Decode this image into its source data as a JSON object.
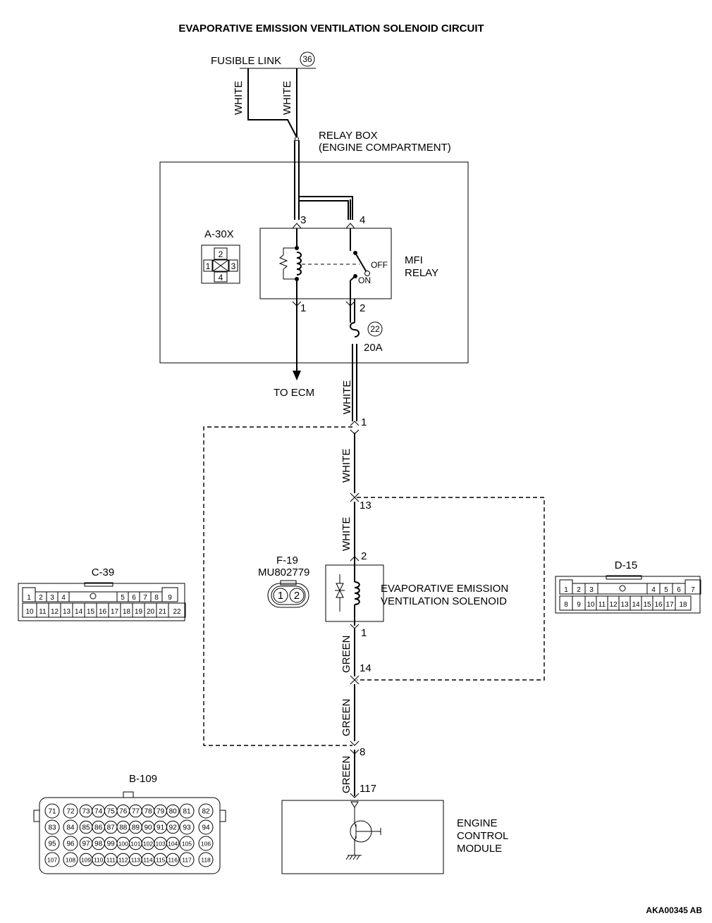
{
  "title": "EVAPORATIVE EMISSION VENTILATION SOLENOID CIRCUIT",
  "fusible_link": {
    "label": "FUSIBLE LINK",
    "number": "36"
  },
  "wire_colors": {
    "white": "WHITE",
    "green": "GREEN"
  },
  "relay_box": {
    "line1": "RELAY BOX",
    "line2": "(ENGINE COMPARTMENT)"
  },
  "relay": {
    "label_line1": "MFI",
    "label_line2": "RELAY",
    "off": "OFF",
    "on": "ON",
    "pins": {
      "p1": "1",
      "p2": "2",
      "p3": "3",
      "p4": "4"
    }
  },
  "fuse": {
    "number": "22",
    "rating": "20A"
  },
  "to_ecm": "TO ECM",
  "joint_pins": {
    "a": "1",
    "b": "13",
    "c": "2",
    "d": "1",
    "e": "14",
    "f": "8",
    "g": "117"
  },
  "solenoid": {
    "line1": "EVAPORATIVE EMISSION",
    "line2": "VENTILATION SOLENOID"
  },
  "ecm": {
    "line1": "ENGINE",
    "line2": "CONTROL",
    "line3": "MODULE"
  },
  "connectors": {
    "a30x": {
      "name": "A-30X",
      "pins": [
        "2",
        "1",
        "3",
        "4"
      ]
    },
    "f19": {
      "name": "F-19",
      "part": "MU802779",
      "pins": [
        "1",
        "2"
      ]
    },
    "c39": {
      "name": "C-39",
      "row1": [
        "1",
        "2",
        "3",
        "4",
        "5",
        "6",
        "7",
        "8",
        "9"
      ],
      "row2": [
        "10",
        "11",
        "12",
        "13",
        "14",
        "15",
        "16",
        "17",
        "18",
        "19",
        "20",
        "21",
        "22"
      ]
    },
    "d15": {
      "name": "D-15",
      "row1": [
        "1",
        "2",
        "3",
        "4",
        "5",
        "6",
        "7"
      ],
      "row2": [
        "8",
        "9",
        "10",
        "11",
        "12",
        "13",
        "14",
        "15",
        "16",
        "17",
        "18"
      ]
    },
    "b109": {
      "name": "B-109",
      "rows": [
        [
          "71",
          "72",
          "73",
          "74",
          "75",
          "76",
          "77",
          "78",
          "79",
          "80",
          "81",
          "82"
        ],
        [
          "83",
          "84",
          "85",
          "86",
          "87",
          "88",
          "89",
          "90",
          "91",
          "92",
          "93",
          "94"
        ],
        [
          "95",
          "96",
          "97",
          "98",
          "99",
          "100",
          "101",
          "102",
          "103",
          "104",
          "105",
          "106"
        ],
        [
          "107",
          "108",
          "109",
          "110",
          "111",
          "112",
          "113",
          "114",
          "115",
          "116",
          "117",
          "118"
        ]
      ]
    }
  },
  "code": "AKA00345 AB"
}
